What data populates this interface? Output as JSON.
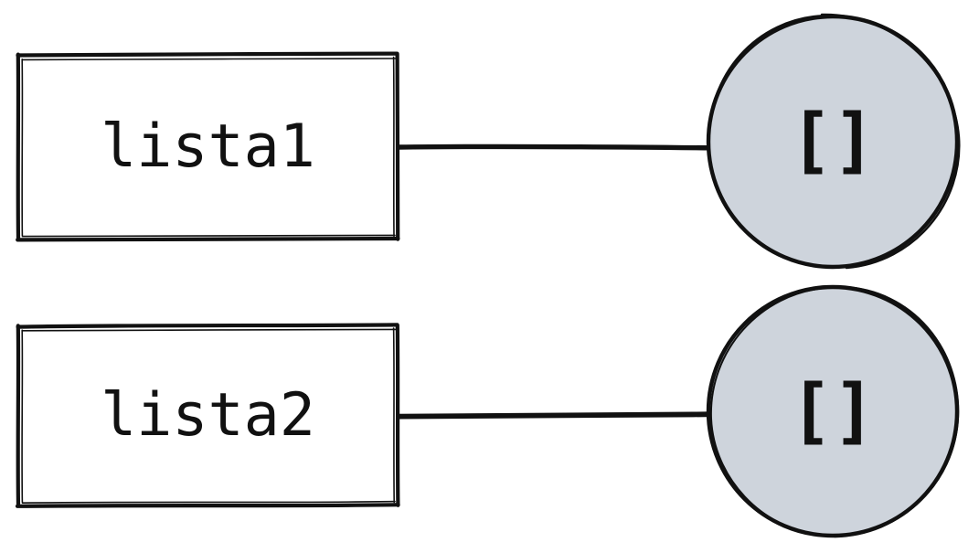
{
  "diagram": {
    "title": "lista1 and lista2 empty list references",
    "background_color": "#ffffff",
    "style": "hand-drawn-sketch",
    "stroke_color": "#111111",
    "variable_fill": "#ffffff",
    "value_fill": "#ced4dc"
  },
  "rows": [
    {
      "variable": {
        "label": "lista1",
        "shape": "rectangle",
        "fill": "#ffffff",
        "stroke": "#111111"
      },
      "edge": {
        "from": "lista1",
        "to": "empty-list-1",
        "style": "solid-line",
        "arrow": "none"
      },
      "value": {
        "label": "[]",
        "shape": "ellipse",
        "fill": "#ced4dc",
        "stroke": "#111111"
      }
    },
    {
      "variable": {
        "label": "lista2",
        "shape": "rectangle",
        "fill": "#ffffff",
        "stroke": "#111111"
      },
      "edge": {
        "from": "lista2",
        "to": "empty-list-2",
        "style": "solid-line",
        "arrow": "none"
      },
      "value": {
        "label": "[]",
        "shape": "ellipse",
        "fill": "#ced4dc",
        "stroke": "#111111"
      }
    }
  ]
}
